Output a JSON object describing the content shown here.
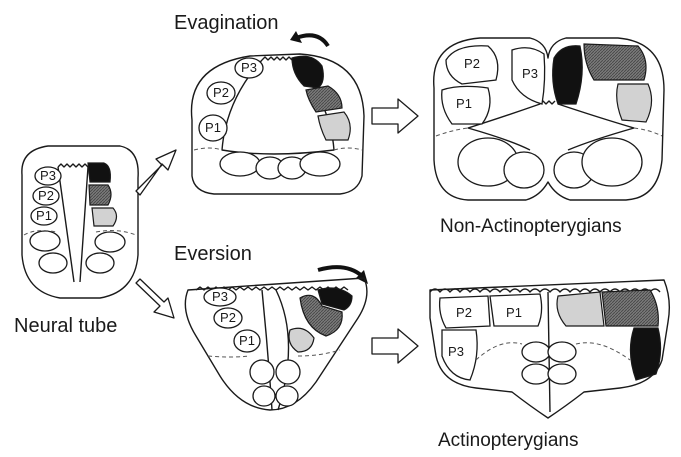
{
  "labels": {
    "neural_tube": "Neural tube",
    "evagination": "Evagination",
    "eversion": "Eversion",
    "non_actinopterygians": "Non-Actinopterygians",
    "actinopterygians": "Actinopterygians"
  },
  "pallial_regions": {
    "p1": "P1",
    "p2": "P2",
    "p3": "P3"
  },
  "colors": {
    "ink": "#1a1a1a",
    "black_region": "#111111",
    "dark_gray_region": "#6d6d6d",
    "light_gray_region": "#d2d2d2",
    "background": "#ffffff"
  }
}
